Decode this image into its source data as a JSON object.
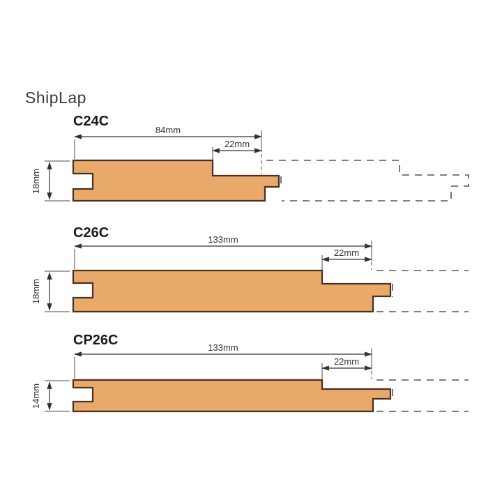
{
  "title": "ShipLap",
  "colors": {
    "wood_fill": "#e9a96b",
    "wood_outline": "#48311f",
    "dimension_lines": "#333333",
    "adjacent_board_dashed": "#555555",
    "background": "#ffffff"
  },
  "profiles": [
    {
      "name": "C24C",
      "width_label": "84mm",
      "lap_label": "22mm",
      "thickness_label": "18mm"
    },
    {
      "name": "C26C",
      "width_label": "133mm",
      "lap_label": "22mm",
      "thickness_label": "18mm"
    },
    {
      "name": "CP26C",
      "width_label": "133mm",
      "lap_label": "22mm",
      "thickness_label": "14mm"
    }
  ]
}
